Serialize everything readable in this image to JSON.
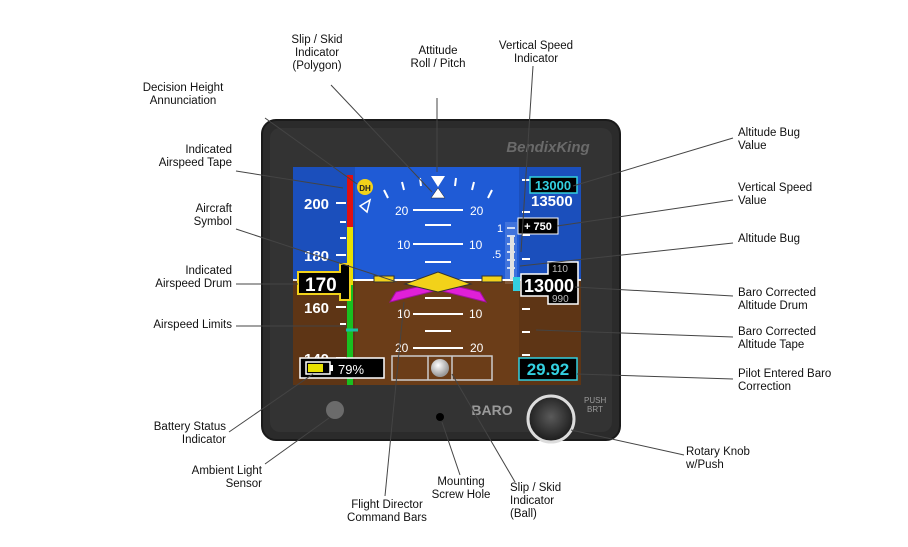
{
  "instrument": {
    "brand": "BendixKing",
    "baro_button_label": "BARO",
    "knob_label_line1": "PUSH",
    "knob_label_line2": "BRT"
  },
  "display": {
    "dh_annunciation": "DH",
    "airspeed_tape": [
      "200",
      "180",
      "160",
      "140"
    ],
    "airspeed_drum": "170",
    "pitch_ladder": [
      "20",
      "10",
      "10",
      "20"
    ],
    "altitude_bug_value": "13000",
    "altitude_tape_top": "13500",
    "vertical_speed_value": "+ 750",
    "vs_scale": [
      "1",
      ".5"
    ],
    "altitude_drum": "13000",
    "altitude_drum_upper": "110",
    "altitude_drum_lower": "990",
    "baro_setting": "29.92",
    "battery_percent": "79%"
  },
  "callouts": {
    "slip_skid_polygon": [
      "Slip / Skid",
      "Indicator",
      "(Polygon)"
    ],
    "attitude": [
      "Attitude",
      "Roll / Pitch"
    ],
    "vertical_speed_indicator": [
      "Vertical Speed",
      "Indicator"
    ],
    "decision_height": [
      "Decision Height",
      "Annunciation"
    ],
    "indicated_airspeed_tape": [
      "Indicated",
      "Airspeed Tape"
    ],
    "aircraft_symbol": [
      "Aircraft",
      "Symbol"
    ],
    "indicated_airspeed_drum": [
      "Indicated",
      "Airspeed Drum"
    ],
    "airspeed_limits": [
      "Airspeed Limits"
    ],
    "battery_status": [
      "Battery Status",
      "Indicator"
    ],
    "ambient_light": [
      "Ambient Light",
      "Sensor"
    ],
    "flight_director": [
      "Flight Director",
      "Command Bars"
    ],
    "mounting_screw": [
      "Mounting",
      "Screw Hole"
    ],
    "slip_skid_ball": [
      "Slip / Skid",
      "Indicator",
      "(Ball)"
    ],
    "rotary_knob": [
      "Rotary Knob",
      "w/Push"
    ],
    "altitude_bug_value": [
      "Altitude Bug",
      "Value"
    ],
    "vertical_speed_value": [
      "Vertical Speed",
      "Value"
    ],
    "altitude_bug": [
      "Altitude Bug"
    ],
    "baro_altitude_drum": [
      "Baro Corrected",
      "Altitude Drum"
    ],
    "baro_altitude_tape": [
      "Baro Corrected",
      "Altitude Tape"
    ],
    "pilot_baro": [
      "Pilot Entered Baro",
      "Correction"
    ]
  },
  "colors": {
    "sky": "#1f5bd6",
    "ground": "#6b3d18",
    "bezel": "#2b2b2b",
    "aircraft_symbol": "#f2d21a",
    "fd_bars": "#e020d8",
    "readout_border": "#33d0e0",
    "limit_red": "#e01010",
    "limit_yellow": "#e8e000",
    "limit_green": "#18c020"
  }
}
